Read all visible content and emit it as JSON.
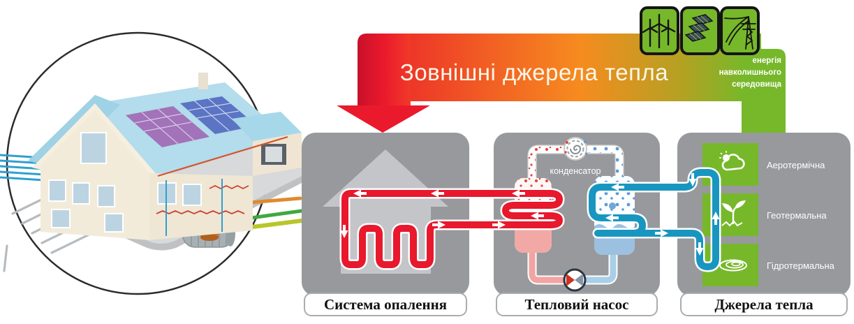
{
  "banner": {
    "title": "Зовнішні джерела тепла",
    "side_note_lines": [
      "енергія",
      "навколишнього",
      "середовища"
    ]
  },
  "energy_icons": {
    "wind": "wind-turbines-icon",
    "solar": "solar-panels-icon",
    "grid": "power-lines-icon"
  },
  "panels": {
    "heating": {
      "label": "Система опалення"
    },
    "pump": {
      "label": "Тепловий насос",
      "component": "конденсатор"
    },
    "sources": {
      "label": "Джерела тепла",
      "items": [
        "Аеротермічна",
        "Геотермальна",
        "Гідротермальна"
      ],
      "item_icons": [
        "cloud-sun-icon",
        "sprout-icon",
        "water-swirl-icon"
      ]
    }
  },
  "colors": {
    "accent_red": "#e8182d",
    "accent_teal": "#1896c0",
    "accent_green": "#76b82a",
    "panel_gray": "#97999c",
    "house_silhouette": "#c3c5c8",
    "pink_pipe": "#f2a4a2",
    "light_blue_pipe": "#a9cfe8",
    "banner_gradient": [
      "#ea1a2c",
      "#f15a24",
      "#f68b1f",
      "#b5a122",
      "#76b82a"
    ]
  }
}
